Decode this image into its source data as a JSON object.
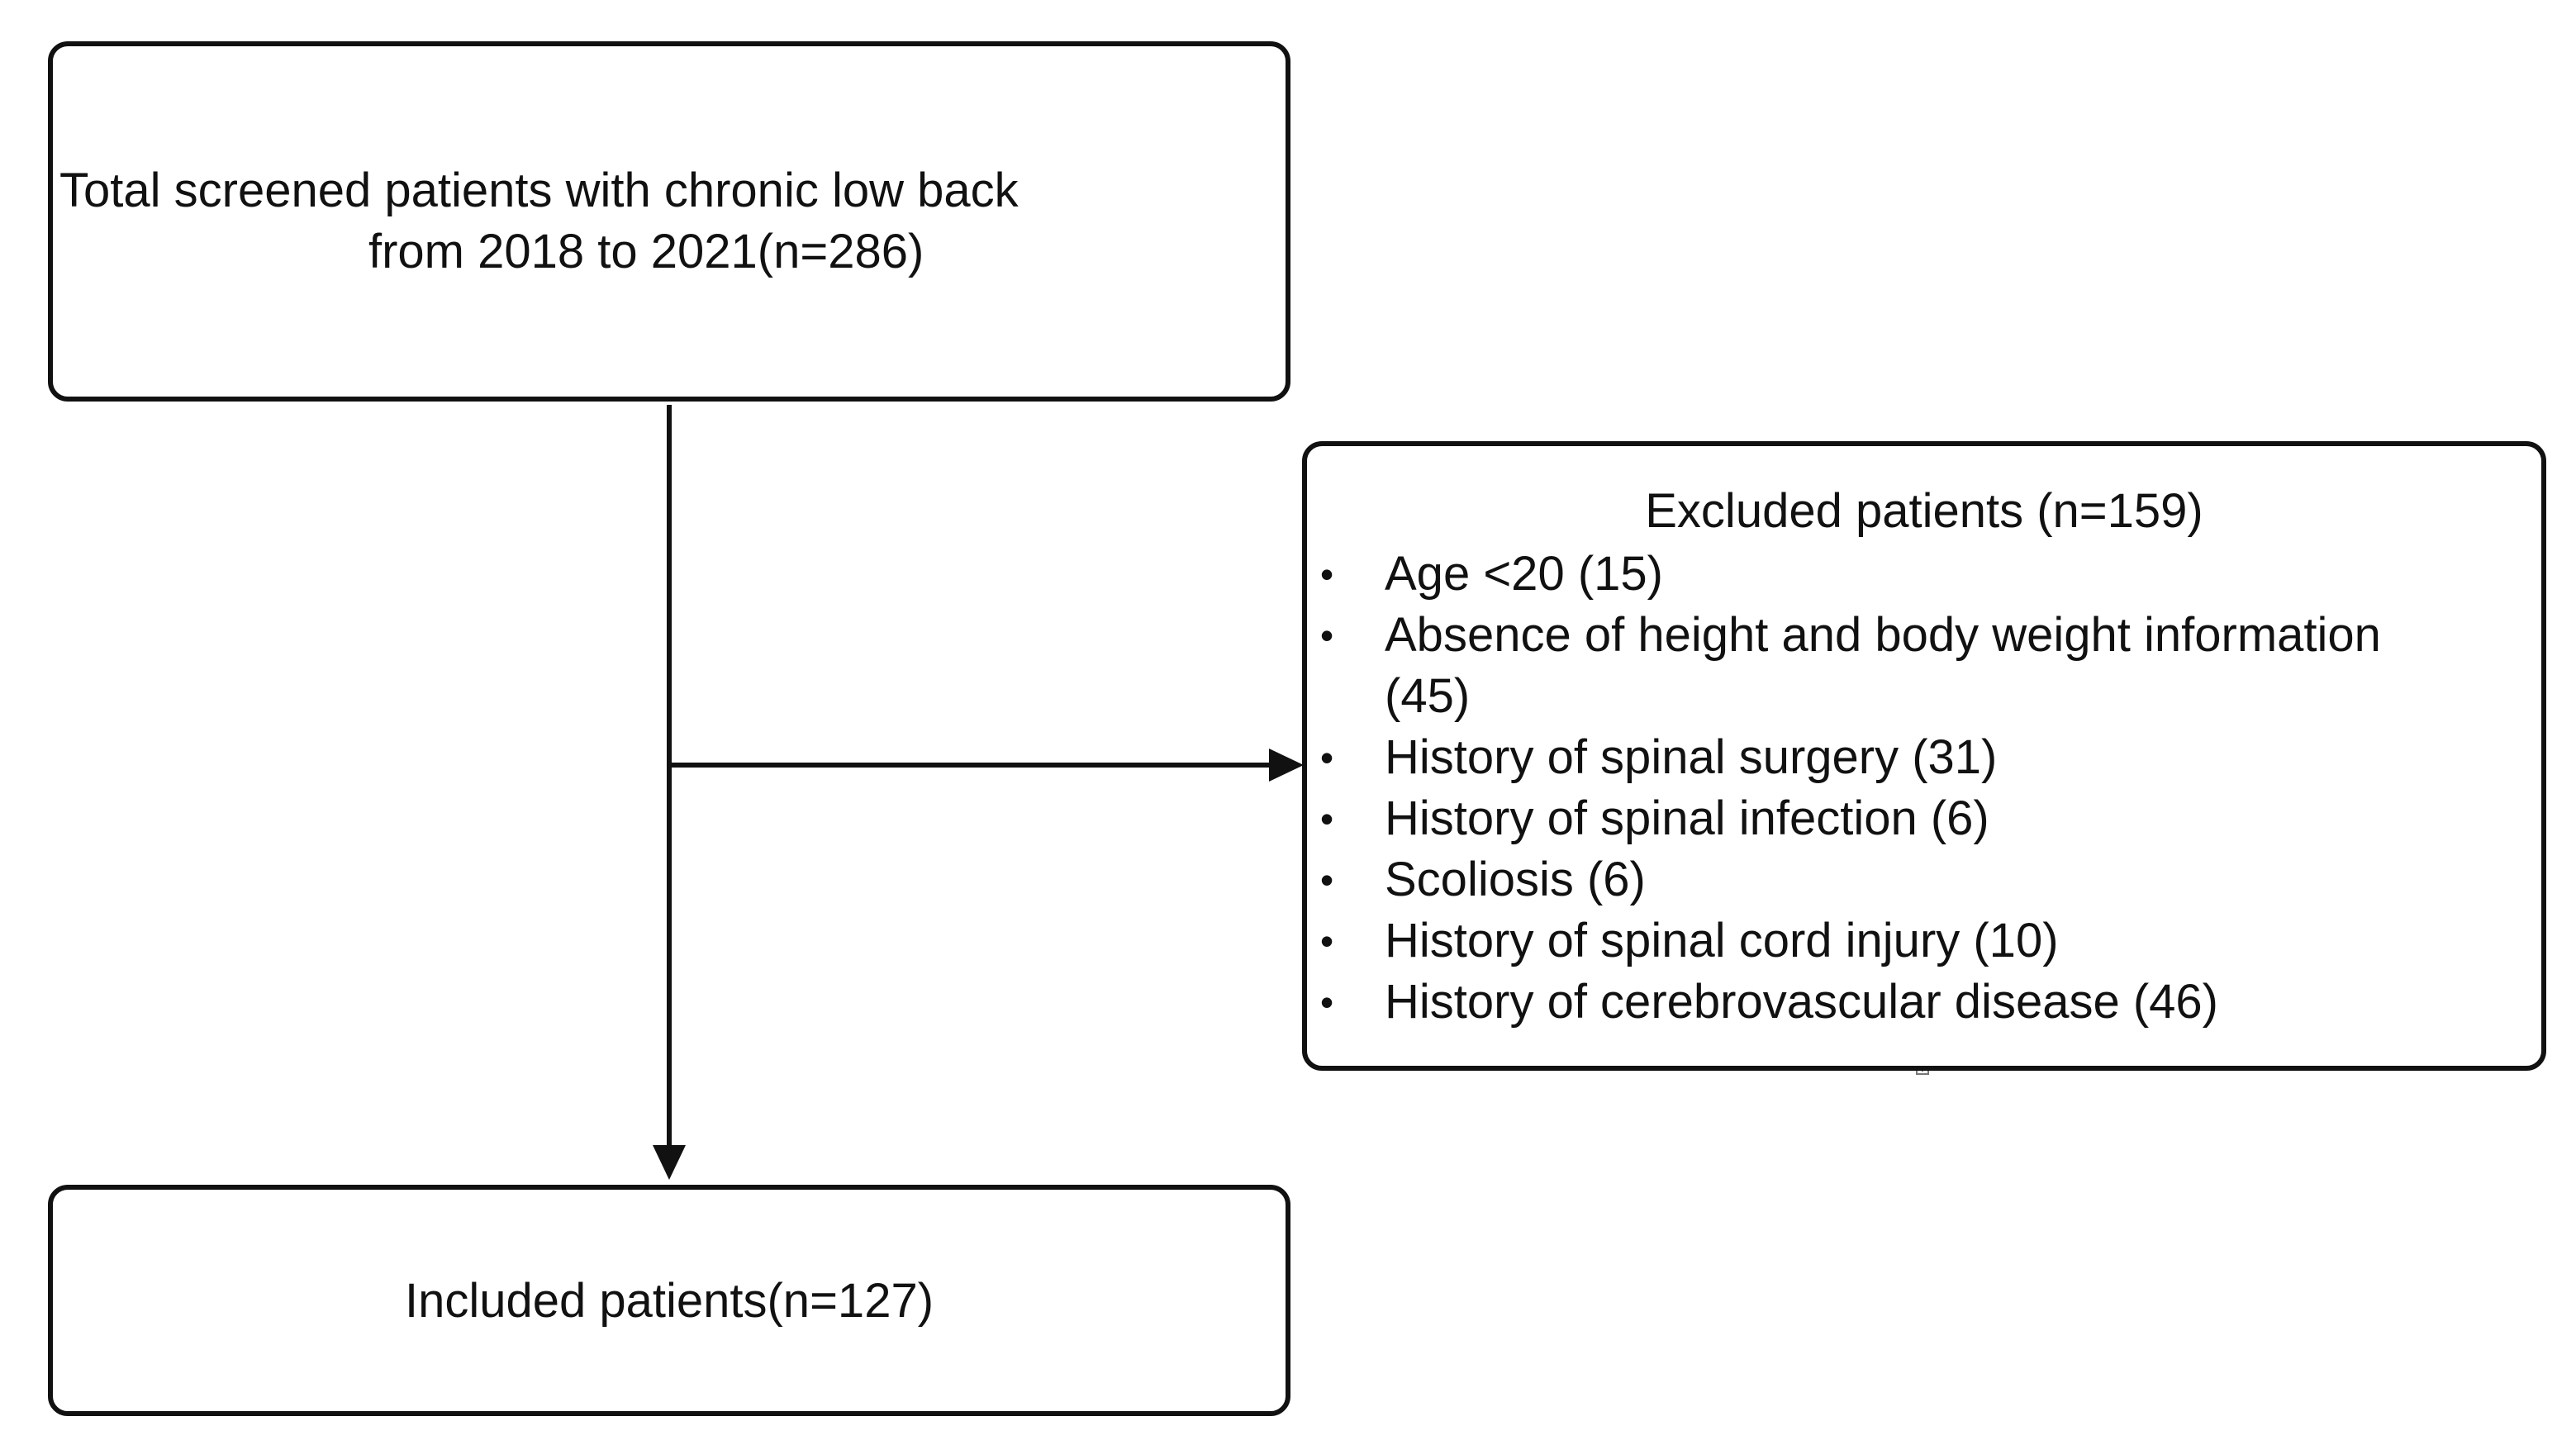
{
  "screened": {
    "line1": "Total screened patients with chronic low back",
    "line2": "from 2018 to 2021(n=286)"
  },
  "excluded": {
    "title": "Excluded patients (n=159)",
    "criteria": [
      "Age <20 (15)",
      "Absence of height and body weight information (45)",
      "History of spinal surgery (31)",
      "History of spinal infection (6)",
      "Scoliosis (6)",
      "History of spinal cord injury (10)",
      "History of cerebrovascular disease (46)"
    ]
  },
  "included": {
    "label": "Included patients(n=127)"
  },
  "colors": {
    "stroke": "#111111",
    "background": "#ffffff"
  }
}
